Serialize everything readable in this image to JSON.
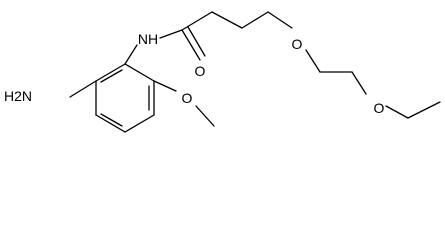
{
  "molecule": {
    "atoms": {
      "nh": "NH",
      "carbonyl_o": "O",
      "ether_o_1": "O",
      "ether_o_2": "O",
      "methoxy_o": "O",
      "amine": "H2N"
    }
  },
  "colors": {
    "bond": "#000000",
    "text": "#000000",
    "background": "#ffffff"
  }
}
